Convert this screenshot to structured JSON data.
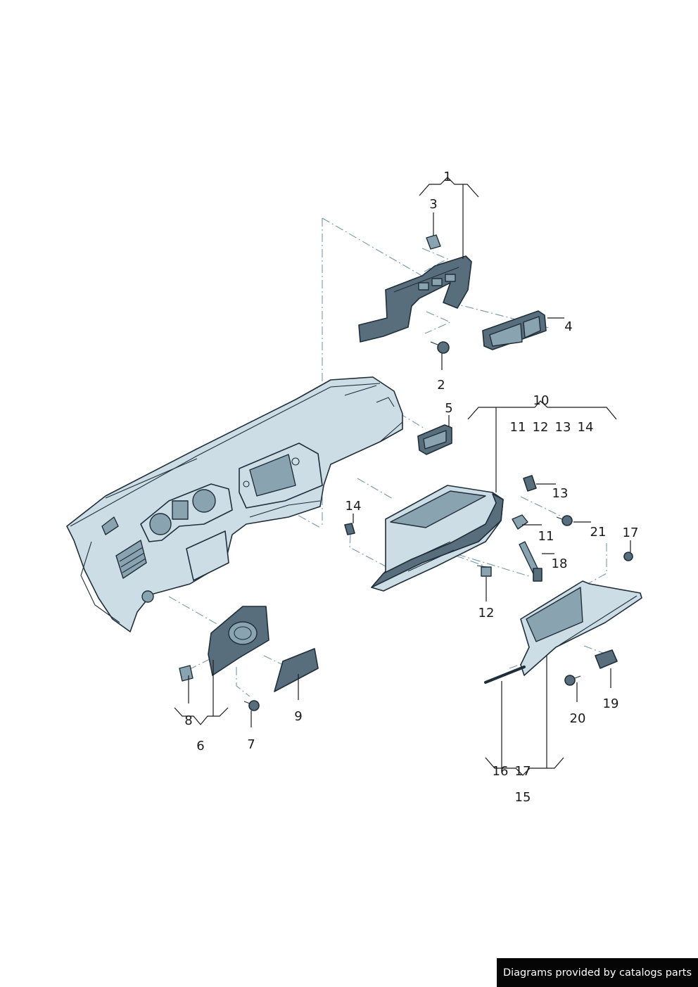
{
  "callouts": {
    "c1": "1",
    "c2": "2",
    "c3": "3",
    "c4": "4",
    "c5": "5",
    "c6": "6",
    "c7": "7",
    "c8": "8",
    "c9": "9",
    "c10": "10",
    "g10_11": "11",
    "g10_12": "12",
    "g10_13": "13",
    "g10_14": "14",
    "c11": "11",
    "c12": "12",
    "c13": "13",
    "c14": "14",
    "c15": "15",
    "g15_16": "16",
    "g15_17": "17",
    "c17": "17",
    "c18": "18",
    "c19": "19",
    "c20": "20",
    "c21": "21"
  },
  "watermark": "Diagrams provided by catalogs parts"
}
